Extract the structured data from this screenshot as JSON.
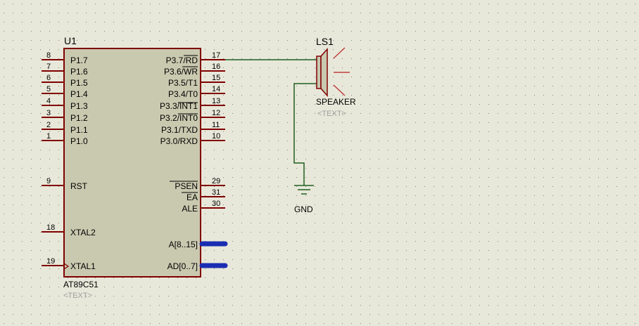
{
  "colors": {
    "background": "#e8e8da",
    "grid_dot": "#808080",
    "chip_fill": "#c9c9b0",
    "chip_border": "#800000",
    "wire": "#1f5f1f",
    "bus": "#1a2db3",
    "placeholder": "#a0a0a0"
  },
  "chip": {
    "ref": "U1",
    "part": "AT89C51",
    "placeholder": "<TEXT>",
    "left_pins": [
      {
        "num": "8",
        "name": "P1.7"
      },
      {
        "num": "7",
        "name": "P1.6"
      },
      {
        "num": "6",
        "name": "P1.5"
      },
      {
        "num": "5",
        "name": "P1.4"
      },
      {
        "num": "4",
        "name": "P1.3"
      },
      {
        "num": "3",
        "name": "P1.2"
      },
      {
        "num": "2",
        "name": "P1.1"
      },
      {
        "num": "1",
        "name": "P1.0"
      },
      {
        "num": "9",
        "name": "RST"
      },
      {
        "num": "18",
        "name": "XTAL2"
      },
      {
        "num": "19",
        "name": "XTAL1"
      }
    ],
    "right_pins": [
      {
        "num": "17",
        "name": "P3.7/RD"
      },
      {
        "num": "16",
        "name": "P3.6/WR"
      },
      {
        "num": "15",
        "name": "P3.5/T1"
      },
      {
        "num": "14",
        "name": "P3.4/T0"
      },
      {
        "num": "13",
        "name": "P3.3/INT1"
      },
      {
        "num": "12",
        "name": "P3.2/INT0"
      },
      {
        "num": "11",
        "name": "P3.1/TXD"
      },
      {
        "num": "10",
        "name": "P3.0/RXD"
      },
      {
        "num": "29",
        "name": "PSEN"
      },
      {
        "num": "31",
        "name": "EA"
      },
      {
        "num": "30",
        "name": "ALE"
      }
    ],
    "buses": [
      {
        "name": "A[8..15]"
      },
      {
        "name": "AD[0..7]"
      }
    ]
  },
  "speaker": {
    "ref": "LS1",
    "part": "SPEAKER",
    "placeholder": "<TEXT>"
  },
  "ground": {
    "label": "GND"
  }
}
